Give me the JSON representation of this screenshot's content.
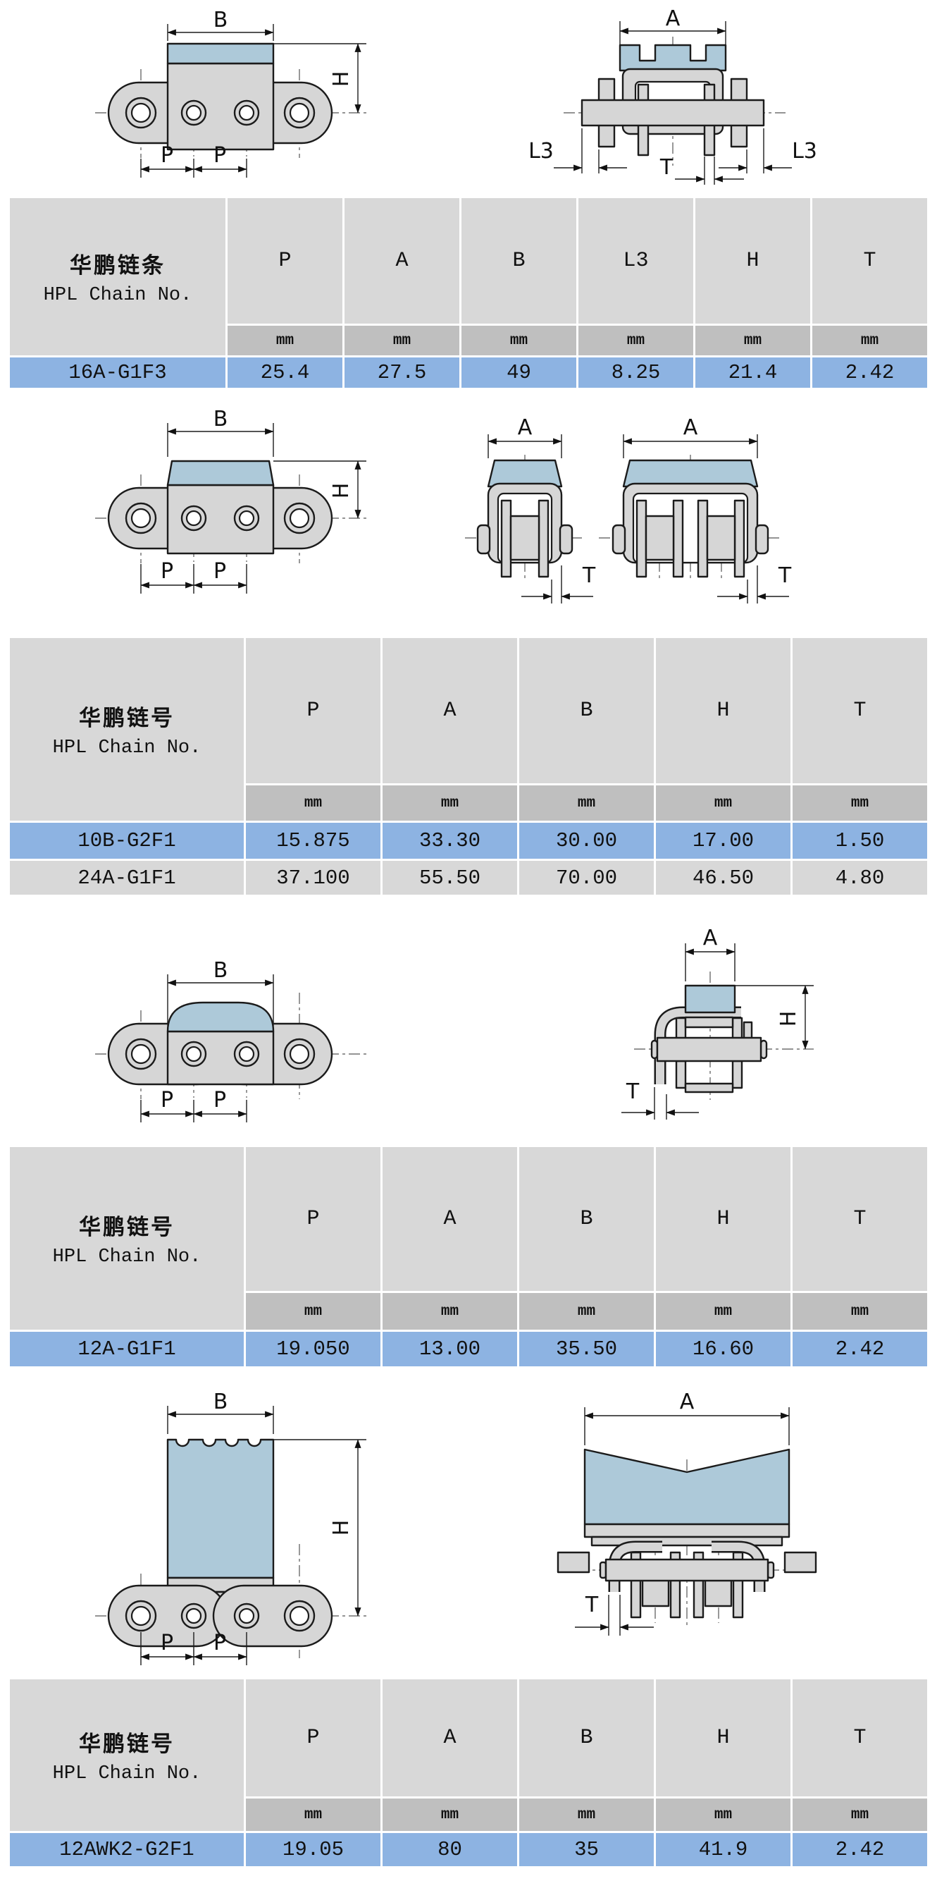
{
  "page": {
    "background": "#ffffff"
  },
  "colors": {
    "pad_blue": "#adc9d9",
    "highlight_row_blue": "#8db3e2",
    "header_gray": "#d8d8d8",
    "unit_band_gray": "#bfbfbf",
    "metal_gray": "#d6d6d6",
    "line_black": "#1b1b1b"
  },
  "drawings": [
    {
      "side": {
        "b": "B",
        "h": "H",
        "p1": "P",
        "p2": "P"
      },
      "end": {
        "a": "A",
        "l3_left": "L3",
        "l3_right": "L3",
        "t": "T"
      }
    },
    {
      "side": {
        "b": "B",
        "h": "H",
        "p1": "P",
        "p2": "P"
      },
      "end_single": {
        "a": "A",
        "t": "T"
      },
      "end_double": {
        "a": "A",
        "t": "T"
      }
    },
    {
      "side": {
        "b": "B",
        "p1": "P",
        "p2": "P"
      },
      "end": {
        "a": "A",
        "h": "H",
        "t": "T"
      }
    },
    {
      "side": {
        "b": "B",
        "h": "H",
        "p1": "P",
        "p2": "P"
      },
      "end": {
        "a": "A",
        "t": "T"
      }
    }
  ],
  "tables": [
    {
      "name_zh": "华鹏链条",
      "name_en": "HPL Chain No.",
      "columns": [
        "P",
        "A",
        "B",
        "L3",
        "H",
        "T"
      ],
      "unit": "mm",
      "rows": [
        {
          "chain_no": "16A-G1F3",
          "values": [
            "25.4",
            "27.5",
            "49",
            "8.25",
            "21.4",
            "2.42"
          ],
          "highlight": true
        }
      ]
    },
    {
      "name_zh": "华鹏链号",
      "name_en": "HPL Chain No.",
      "columns": [
        "P",
        "A",
        "B",
        "H",
        "T"
      ],
      "unit": "mm",
      "rows": [
        {
          "chain_no": "10B-G2F1",
          "values": [
            "15.875",
            "33.30",
            "30.00",
            "17.00",
            "1.50"
          ],
          "highlight": true
        },
        {
          "chain_no": "24A-G1F1",
          "values": [
            "37.100",
            "55.50",
            "70.00",
            "46.50",
            "4.80"
          ],
          "highlight": false
        }
      ]
    },
    {
      "name_zh": "华鹏链号",
      "name_en": "HPL Chain No.",
      "columns": [
        "P",
        "A",
        "B",
        "H",
        "T"
      ],
      "unit": "mm",
      "rows": [
        {
          "chain_no": "12A-G1F1",
          "values": [
            "19.050",
            "13.00",
            "35.50",
            "16.60",
            "2.42"
          ],
          "highlight": true
        }
      ]
    },
    {
      "name_zh": "华鹏链号",
      "name_en": "HPL Chain No.",
      "columns": [
        "P",
        "A",
        "B",
        "H",
        "T"
      ],
      "unit": "mm",
      "rows": [
        {
          "chain_no": "12AWK2-G2F1",
          "values": [
            "19.05",
            "80",
            "35",
            "41.9",
            "2.42"
          ],
          "highlight": true
        }
      ]
    }
  ]
}
